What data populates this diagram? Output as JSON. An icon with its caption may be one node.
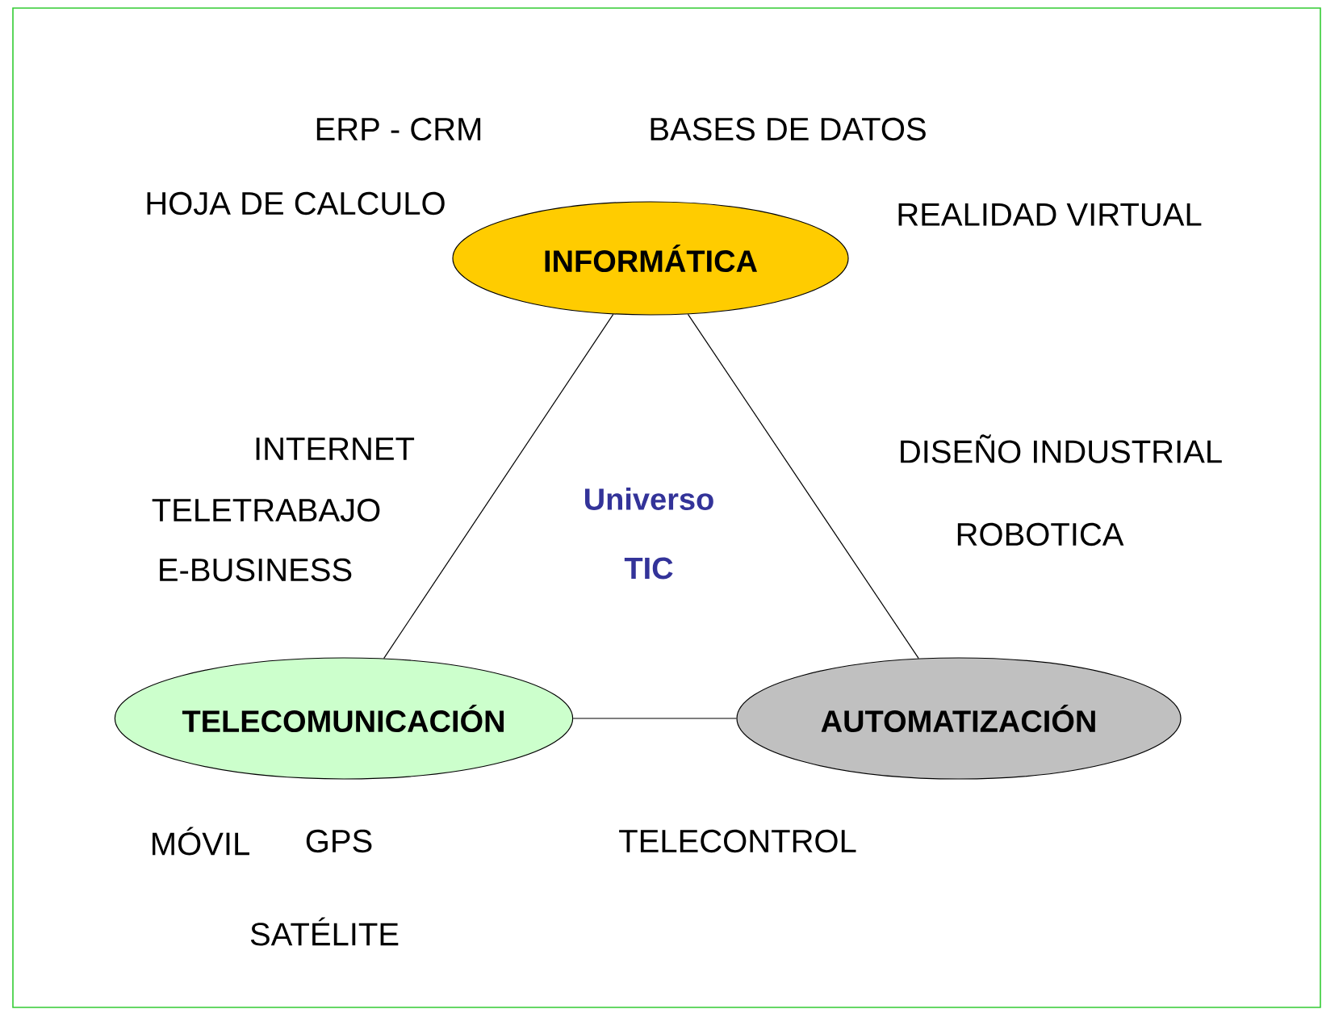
{
  "diagram": {
    "nodes": [
      {
        "text": [
          "INFORMÁTICA"
        ]
      },
      {
        "text": [
          "TELECOMUNICACIÓN"
        ]
      },
      {
        "text": [
          "AUTOMATIZACIÓN"
        ]
      }
    ],
    "edges": [
      {
        "from": 0,
        "to": 1,
        "arrow": "none"
      },
      {
        "from": 0,
        "to": 2,
        "arrow": "none"
      },
      {
        "from": 1,
        "to": 2,
        "arrow": "none"
      }
    ],
    "labels": [
      "ERP - CRM",
      "BASES DE DATOS",
      "HOJA DE CALCULO",
      "REALIDAD VIRTUAL",
      "INTERNET",
      "DISEÑO INDUSTRIAL",
      "Universo",
      "TELETRABAJO",
      "ROBOTICA",
      "E-BUSINESS",
      "TIC",
      "MÓVIL",
      "GPS",
      "TELECONTROL",
      "SATÉLITE"
    ]
  }
}
